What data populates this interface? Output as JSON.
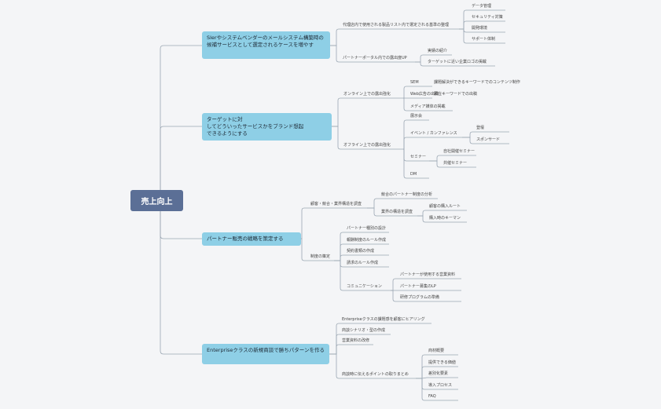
{
  "root": {
    "label": "売上向上"
  },
  "branches": [
    {
      "label": "SIerやシステムベンダーのメールシステム構築時の候補サービスとして選定されるケースを増やす",
      "children": [
        {
          "label": "代理店内で使用される製品リスト内で選定される基準の整理",
          "children": [
            "データ管理",
            "セキュリティ対策",
            "開発環境",
            "サポート体制"
          ]
        },
        {
          "label": "パートナーポータル内での露出度UP",
          "children": [
            "実績の紹介",
            "ターゲットに近い企業ロゴの掲載"
          ]
        }
      ]
    },
    {
      "label": "ターゲットに対\nしてどういったサービスかをブランド想起\nできるようにする",
      "children": [
        {
          "label": "オンライン上での露出強化",
          "children": [
            {
              "label": "SEM",
              "children": [
                "課題解決ができるキーワードでのコンテンツ制作"
              ]
            },
            {
              "label": "Web広告の出稿",
              "children": [
                "顕在キーワードでの出稿"
              ]
            },
            {
              "label": "メディア媒体の掲載",
              "children": []
            }
          ]
        },
        {
          "label": "オフライン上での露出強化",
          "children": [
            {
              "label": "展示会",
              "children": []
            },
            {
              "label": "イベント / カンファレンス",
              "children": [
                "登壇",
                "スポンサード"
              ]
            },
            {
              "label": "セミナー",
              "children": [
                "自社開催セミナー",
                "共催セミナー"
              ]
            },
            {
              "label": "DM",
              "children": []
            }
          ]
        }
      ]
    },
    {
      "label": "パートナー販売の戦略を策定する",
      "children": [
        {
          "label": "顧客・競合・業界構造を調査",
          "children": [
            {
              "label": "競合のパートナー制度の分析",
              "children": []
            },
            {
              "label": "業界の構造を調査",
              "children": [
                "顧客の購入ルート",
                "購入時のキーマン"
              ]
            }
          ]
        },
        {
          "label": "制度の策定",
          "children": [
            {
              "label": "パートナー種別の設計",
              "children": []
            },
            {
              "label": "報酬制度のルール作成",
              "children": []
            },
            {
              "label": "契約書類の作成",
              "children": []
            },
            {
              "label": "請求のルール作成",
              "children": []
            },
            {
              "label": "コミュニケーション",
              "children": [
                "パートナーが使用する営業資料",
                "パートナー募集のLP",
                "研修プログラムの準備"
              ]
            }
          ]
        }
      ]
    },
    {
      "label": "Enterpriseクラスの新規商談で勝ちパターンを作る",
      "children": [
        {
          "label": "Enterpriseクラスの課題感を顧客にヒアリング",
          "children": []
        },
        {
          "label": "商談シナリオ・型の作成",
          "children": []
        },
        {
          "label": "営業資料の改修",
          "children": []
        },
        {
          "label": "商談時に伝えるポイントの取りまとめ",
          "children": [
            "商材概要",
            "提供できる価値",
            "差別化要素",
            "導入プロセス",
            "FAQ"
          ]
        }
      ]
    }
  ]
}
